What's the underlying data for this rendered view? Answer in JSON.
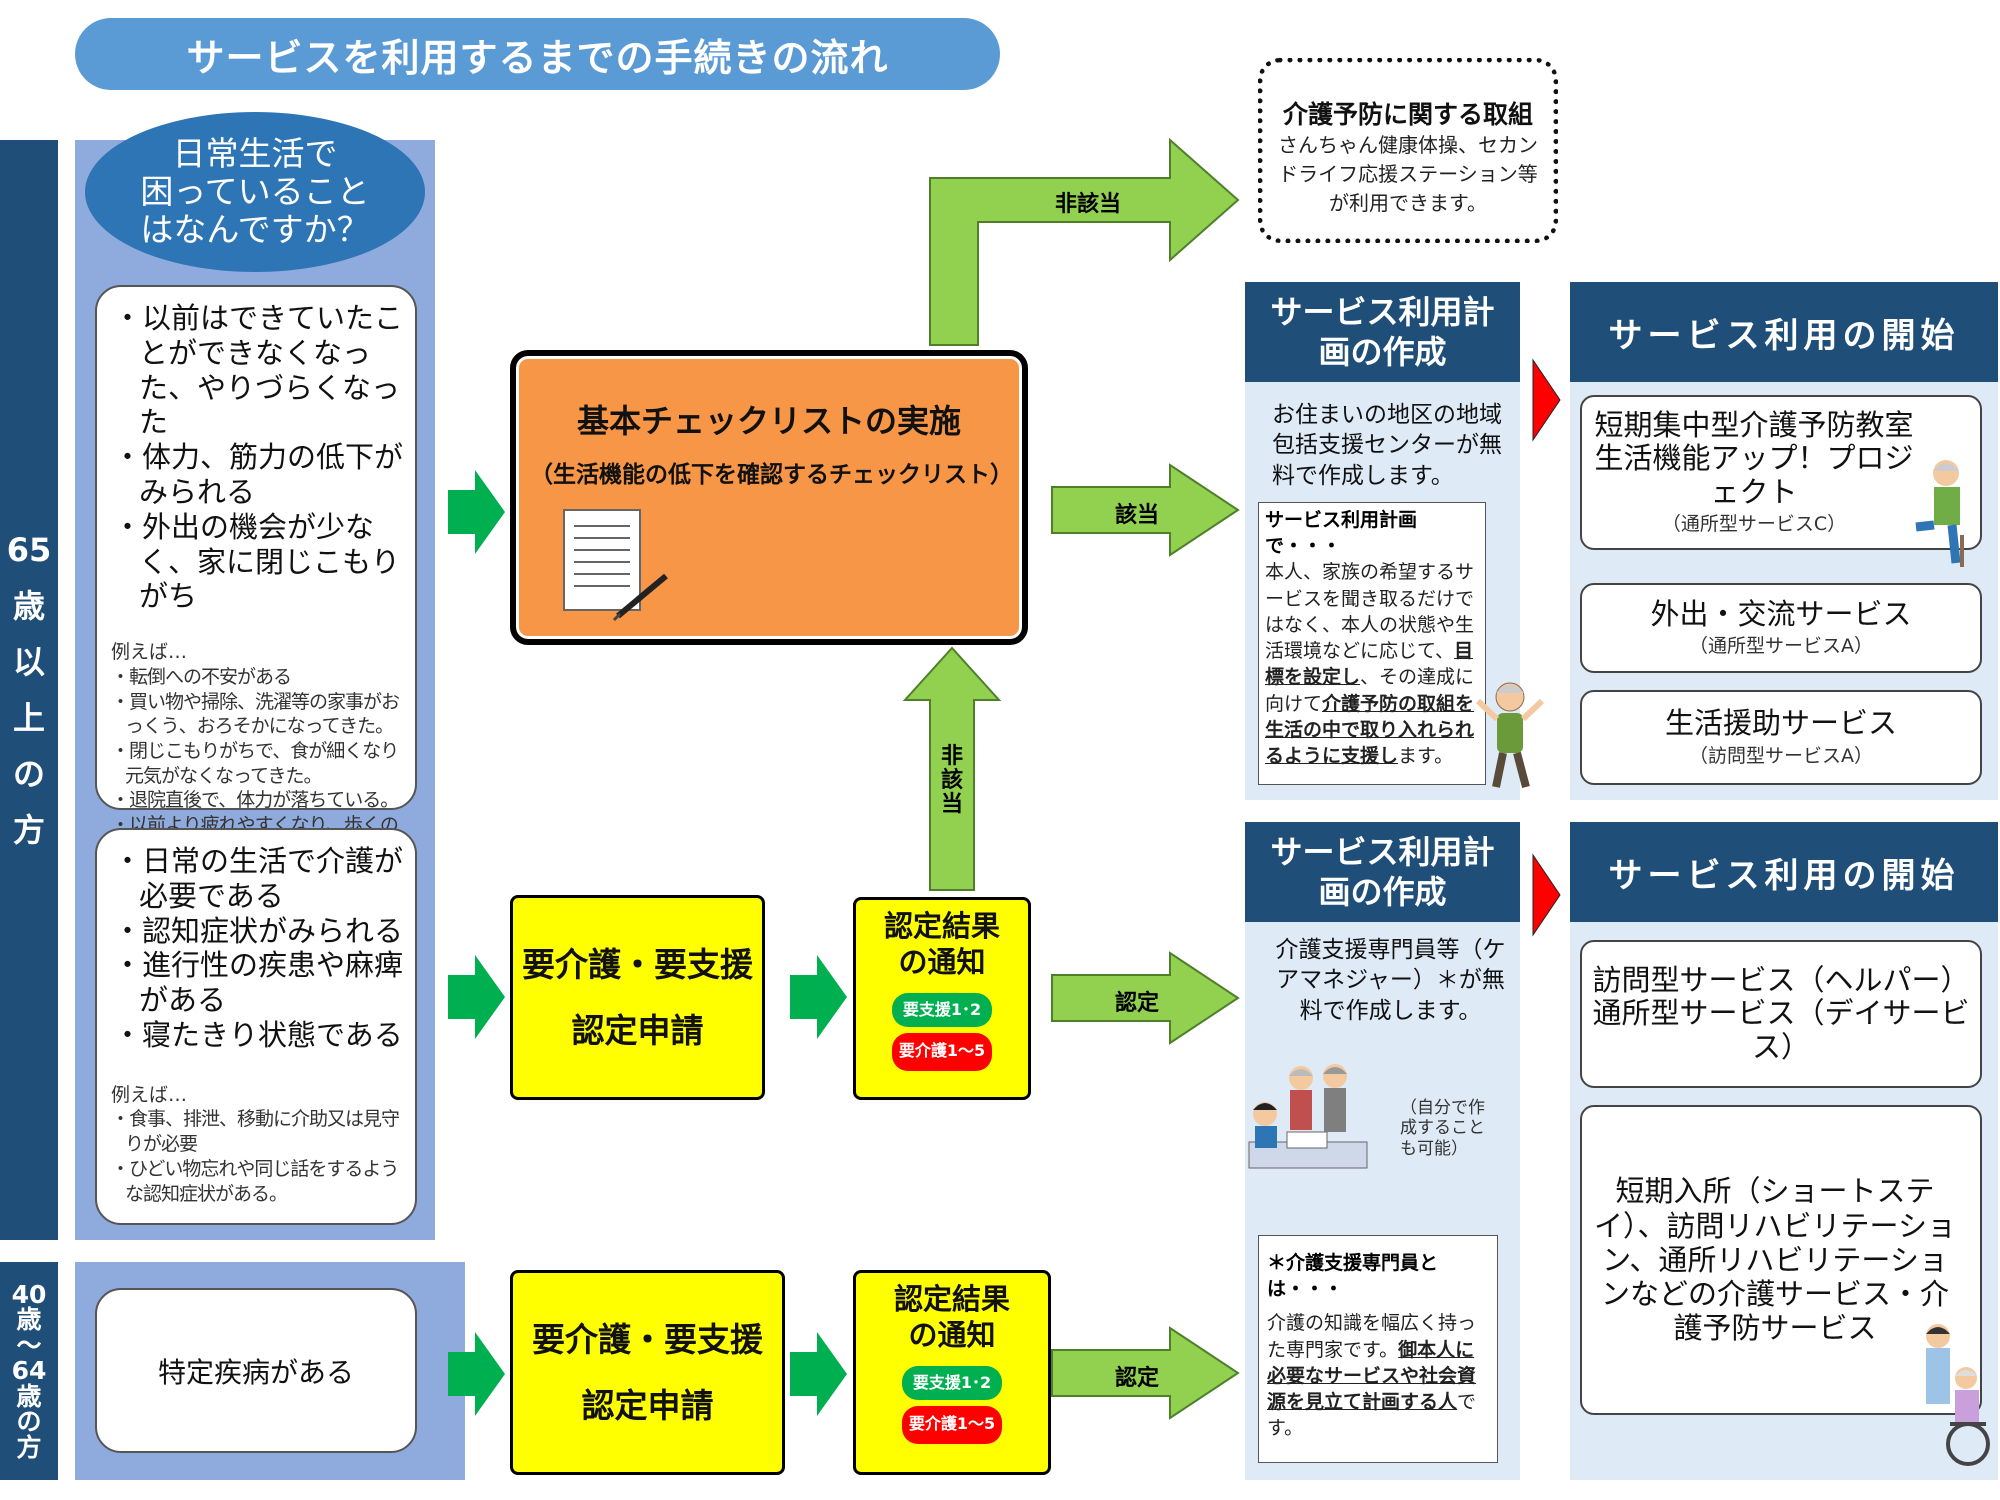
{
  "title": "サービスを利用するまでの手続きの流れ",
  "left_labels": {
    "over65": [
      "65",
      "歳",
      "以",
      "上",
      "の",
      "方"
    ],
    "age40_64": [
      "40",
      "歳",
      "〜",
      "64",
      "歳",
      "の",
      "方"
    ]
  },
  "bubble": [
    "日常生活で",
    "困っていること",
    "はなんですか？"
  ],
  "box1": {
    "items": [
      "・以前はできていたことができなくなった、やりづらくなった",
      "・体力、筋力の低下がみられる",
      "・外出の機会が少なく、家に閉じこもりがち"
    ],
    "example_head": "例えば…",
    "examples": [
      "・転倒への不安がある",
      "・買い物や掃除、洗濯等の家事がおっくう、おろそかになってきた。",
      "・閉じこもりがちで、食が細くなり元気がなくなってきた。",
      "・退院直後で、体力が落ちている。",
      "・以前より疲れやすくなり、歩くのが大変になってきた。"
    ]
  },
  "box2": {
    "items": [
      "・日常の生活で介護が必要である",
      "・認知症状がみられる",
      "・進行性の疾患や麻痺がある",
      "・寝たきり状態である"
    ],
    "example_head": "例えば…",
    "examples": [
      "・食事、排泄、移動に介助又は見守りが必要",
      "・ひどい物忘れや同じ話をするような認知症状がある。"
    ]
  },
  "box3": {
    "text": "特定疾病がある"
  },
  "checklist": {
    "title": "基本チェックリストの実施",
    "subtitle": "（生活機能の低下を確認するチェックリスト）"
  },
  "apply1": {
    "line1": "要介護・要支援",
    "line2": "認定申請"
  },
  "apply2": {
    "line1": "要介護・要支援",
    "line2": "認定申請"
  },
  "result1": {
    "line1": "認定結果",
    "line2": "の通知",
    "green": "要支援1･2",
    "red": "要介護1〜5"
  },
  "result2": {
    "line1": "認定結果",
    "line2": "の通知",
    "green": "要支援1･2",
    "red": "要介護1〜5"
  },
  "arrows": {
    "hi_gaitou_top": "非該当",
    "gaitou": "該当",
    "hi_gaitou_vertical": "非該当",
    "nintei1": "認定",
    "nintei2": "認定"
  },
  "prevention": {
    "title": "介護予防に関する取組",
    "body": "さんちゃん健康体操、セカンドライフ応援ステーション等が利用できます。"
  },
  "plan1": {
    "header": "サービス利用計画の作成",
    "body": "お住まいの地区の地域包括支援センターが無料で作成します。",
    "note_head": "サービス利用計画で・・・",
    "note_1": "本人、家族の希望するサービスを聞き取るだけではなく、本人の状態や生活環境などに応じて、",
    "note_u1": "目標を設定し",
    "note_2": "、その達成に向けて",
    "note_u2": "介護予防の取組を生活の中で取り入れられるように支援し",
    "note_3": "ます。"
  },
  "plan2": {
    "header": "サービス利用計画の作成",
    "body": "介護支援専門員等（ケアマネジャー）＊が無料で作成します。",
    "self_note": "（自分で作成することも可能）",
    "note_head": "＊介護支援専門員とは・・・",
    "note_1": "介護の知識を幅広く持った専門家です。",
    "note_u1": "御本人に必要なサービスや社会資源を見立て計画する人",
    "note_2": "です。"
  },
  "start1": {
    "header": "サービス利用の開始",
    "services": [
      {
        "main": "短期集中型介護予防教室生活機能アップ！プロジェクト",
        "sub": "（通所型サービスC）"
      },
      {
        "main": "外出・交流サービス",
        "sub": "（通所型サービスA）"
      },
      {
        "main": "生活援助サービス",
        "sub": "（訪問型サービスA）"
      }
    ]
  },
  "start2": {
    "header": "サービス利用の開始",
    "services": [
      {
        "main": "訪問型サービス（ヘルパー）通所型サービス（デイサービス）"
      },
      {
        "main": "短期入所（ショートステイ）、訪問リハビリテーション、通所リハビリテーションなどの介護サービス・介護予防サービス"
      }
    ]
  },
  "colors": {
    "green_arrow": "#92d050",
    "orange": "#f79646",
    "yellow": "#ffff00",
    "navy": "#1f4e79",
    "light_blue": "#deebf7",
    "red": "#ff0000"
  }
}
